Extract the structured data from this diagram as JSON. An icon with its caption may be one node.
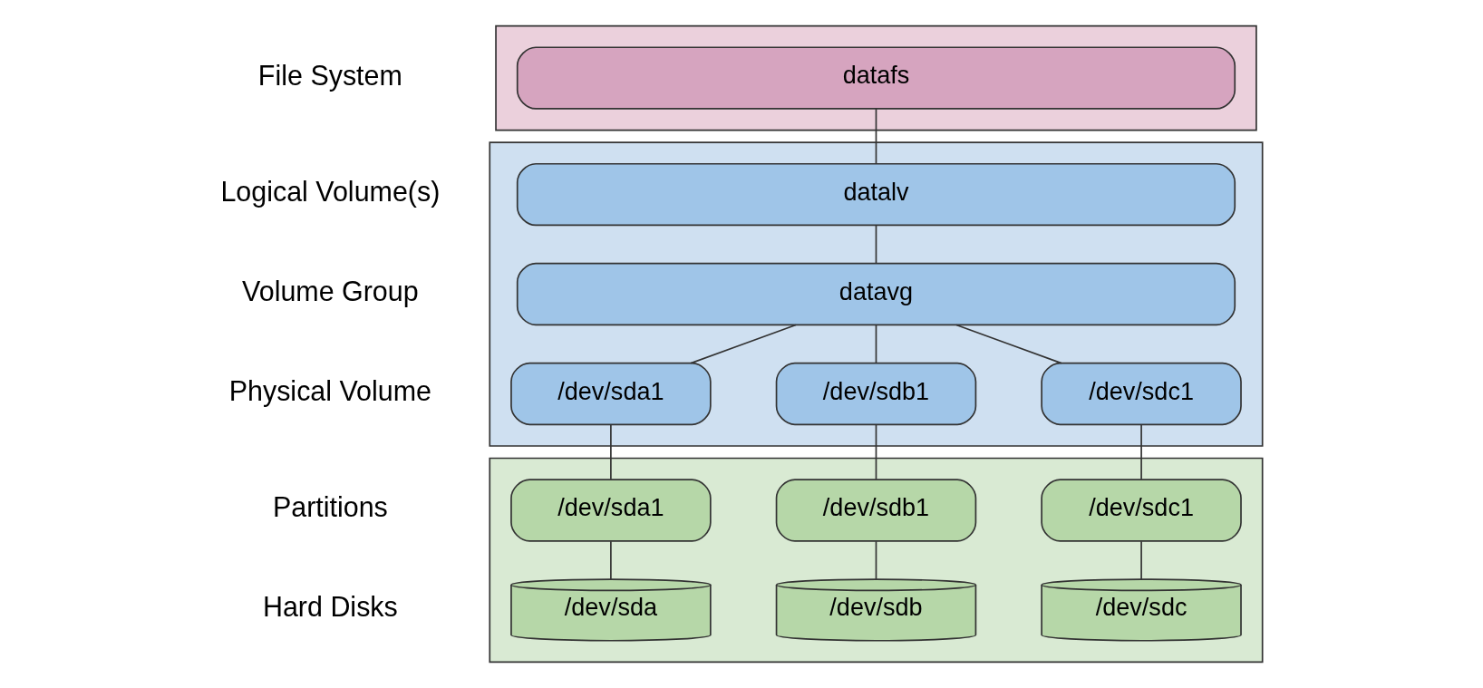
{
  "diagram": {
    "nodes": [
      {
        "text": [],
        "shape": "box"
      },
      {
        "text": [
          "datafs"
        ],
        "in": 0
      },
      {
        "text": [],
        "shape": "box"
      },
      {
        "text": [
          "datalv"
        ],
        "in": 2
      },
      {
        "text": [
          "datavg"
        ],
        "in": 2
      },
      {
        "text": [
          "/dev/sda1"
        ],
        "in": 2
      },
      {
        "text": [
          "/dev/sdb1"
        ],
        "in": 2
      },
      {
        "text": [
          "/dev/sdc1"
        ],
        "in": 2
      },
      {
        "text": [],
        "shape": "box"
      },
      {
        "text": [
          "/dev/sda1"
        ],
        "in": 8
      },
      {
        "text": [
          "/dev/sdb1"
        ],
        "in": 8
      },
      {
        "text": [
          "/dev/sdc1"
        ],
        "in": 8
      },
      {
        "text": [
          "/dev/sda"
        ],
        "in": 8
      },
      {
        "text": [
          "/dev/sdb"
        ],
        "in": 8
      },
      {
        "text": [
          "/dev/sdc"
        ],
        "in": 8
      }
    ],
    "edges": [
      {
        "from": 1,
        "to": 3,
        "arrow": "none"
      },
      {
        "from": 3,
        "to": 4,
        "arrow": "none"
      },
      {
        "from": 4,
        "to": 5,
        "arrow": "none"
      },
      {
        "from": 4,
        "to": 6,
        "arrow": "none"
      },
      {
        "from": 4,
        "to": 7,
        "arrow": "none"
      },
      {
        "from": 5,
        "to": 9,
        "arrow": "none"
      },
      {
        "from": 6,
        "to": 10,
        "arrow": "none"
      },
      {
        "from": 7,
        "to": 11,
        "arrow": "none"
      },
      {
        "from": 9,
        "to": 12,
        "arrow": "none"
      },
      {
        "from": 10,
        "to": 13,
        "arrow": "none"
      },
      {
        "from": 11,
        "to": 14,
        "arrow": "none"
      }
    ],
    "labels": [
      "File System",
      "Logical Volume(s)",
      "Volume Group",
      "Physical Volume",
      "Partitions",
      "Hard Disks"
    ]
  }
}
